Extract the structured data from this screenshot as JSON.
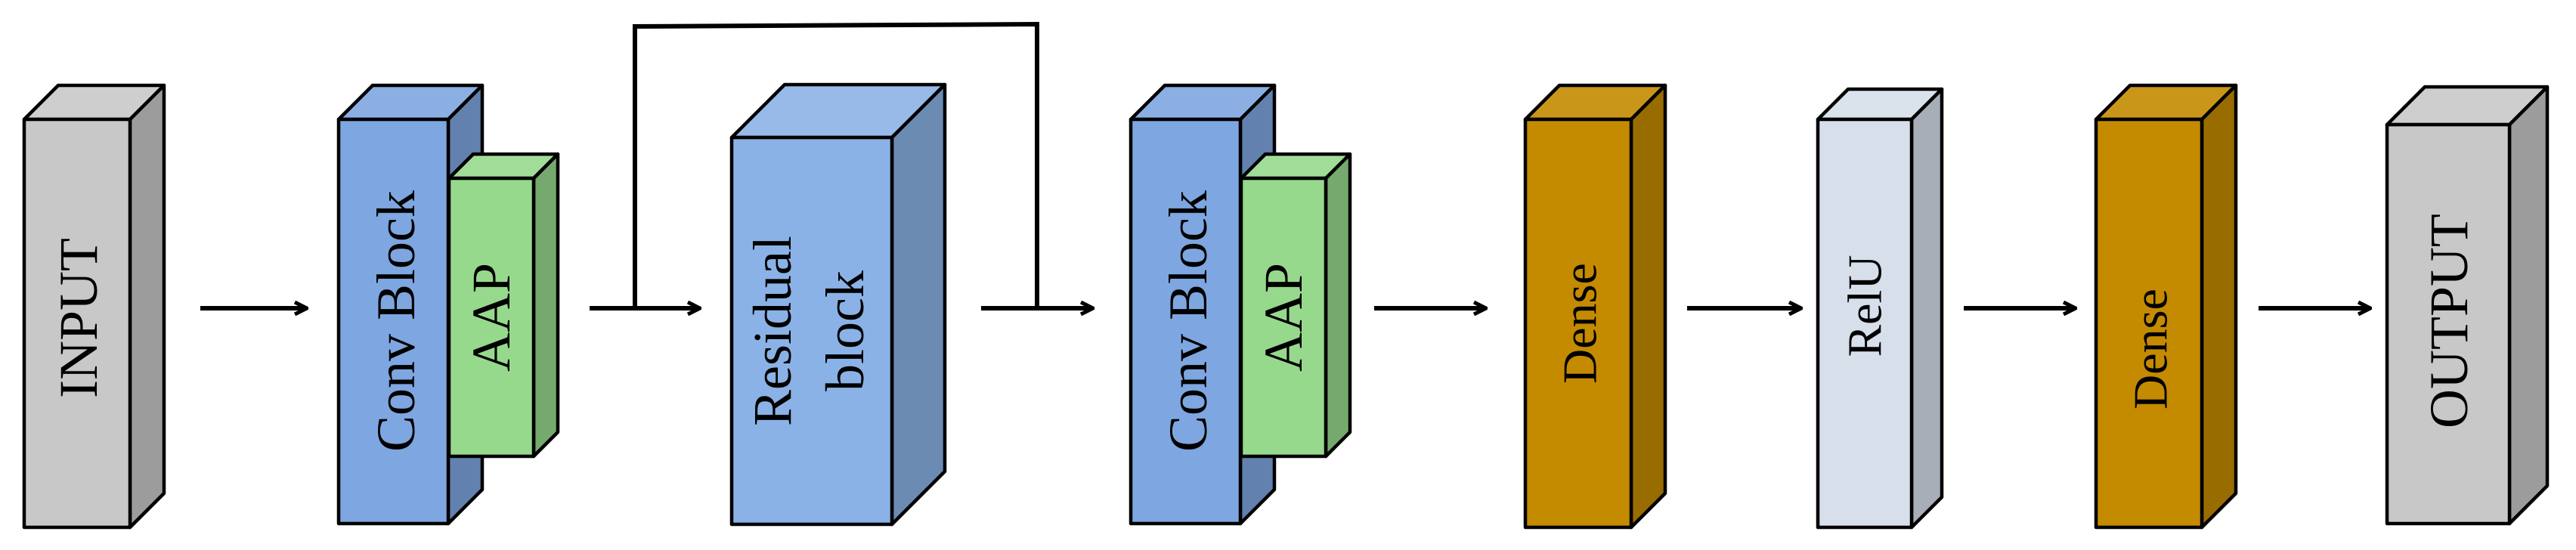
{
  "diagram": {
    "nodes": [
      {
        "id": "input",
        "label": "INPUT",
        "color": "#c8c8c8"
      },
      {
        "id": "conv1",
        "label": "Conv Block",
        "color": "#7ea6e0"
      },
      {
        "id": "aap1",
        "label": "AAP",
        "color": "#97d98c"
      },
      {
        "id": "residual",
        "label_lines": [
          "Residual",
          "block"
        ],
        "color": "#8bb2e6"
      },
      {
        "id": "conv2",
        "label": "Conv Block",
        "color": "#7ea6e0"
      },
      {
        "id": "aap2",
        "label": "AAP",
        "color": "#97d98c"
      },
      {
        "id": "dense1",
        "label": "Dense",
        "color": "#c48a00"
      },
      {
        "id": "relu",
        "label": "RelU",
        "color": "#d6dfea"
      },
      {
        "id": "dense2",
        "label": "Dense",
        "color": "#c48a00"
      },
      {
        "id": "output",
        "label": "OUTPUT",
        "color": "#c8c8c8"
      }
    ],
    "edges": [
      {
        "from": "input",
        "to": "conv1"
      },
      {
        "from": "conv1",
        "to": "residual"
      },
      {
        "from": "residual",
        "to": "conv2"
      },
      {
        "from": "conv2",
        "to": "dense1"
      },
      {
        "from": "dense1",
        "to": "relu"
      },
      {
        "from": "relu",
        "to": "dense2"
      },
      {
        "from": "dense2",
        "to": "output"
      }
    ],
    "skip_connection": {
      "from": "conv1",
      "to": "conv2",
      "over": "residual"
    }
  }
}
